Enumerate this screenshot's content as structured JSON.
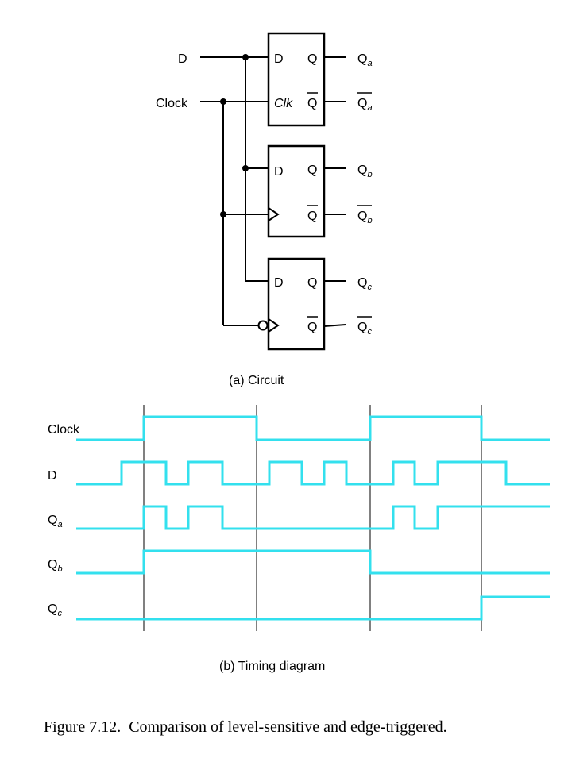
{
  "circuit": {
    "input_d": "D",
    "input_clock": "Clock",
    "caption": "(a) Circuit",
    "ff_a": {
      "d": "D",
      "q": "Q",
      "qbar": "Q",
      "clk": "Clk",
      "out_q": "Q",
      "out_q_sub": "a",
      "out_qbar": "Q",
      "out_qbar_sub": "a"
    },
    "ff_b": {
      "d": "D",
      "q": "Q",
      "qbar": "Q",
      "out_q": "Q",
      "out_q_sub": "b",
      "out_qbar": "Q",
      "out_qbar_sub": "b"
    },
    "ff_c": {
      "d": "D",
      "q": "Q",
      "qbar": "Q",
      "out_q": "Q",
      "out_q_sub": "c",
      "out_qbar": "Q",
      "out_qbar_sub": "c"
    }
  },
  "timing": {
    "caption": "(b) Timing diagram",
    "signals": [
      {
        "name": "Clock",
        "sub": "",
        "transitions": [
          0,
          1,
          0,
          1,
          0
        ]
      },
      {
        "name": "D",
        "sub": "",
        "transitions": [
          0,
          1,
          0,
          1,
          0,
          1,
          0,
          1,
          0,
          1,
          0,
          1,
          0
        ]
      },
      {
        "name": "Q",
        "sub": "a",
        "transitions": [
          0,
          1,
          0,
          1,
          0,
          1,
          0,
          1
        ]
      },
      {
        "name": "Q",
        "sub": "b",
        "transitions": [
          0,
          1,
          0
        ]
      },
      {
        "name": "Q",
        "sub": "c",
        "transitions": [
          0,
          1
        ]
      }
    ]
  },
  "figure_caption": "Figure 7.12.  Comparison of level-sensitive and edge-triggered."
}
